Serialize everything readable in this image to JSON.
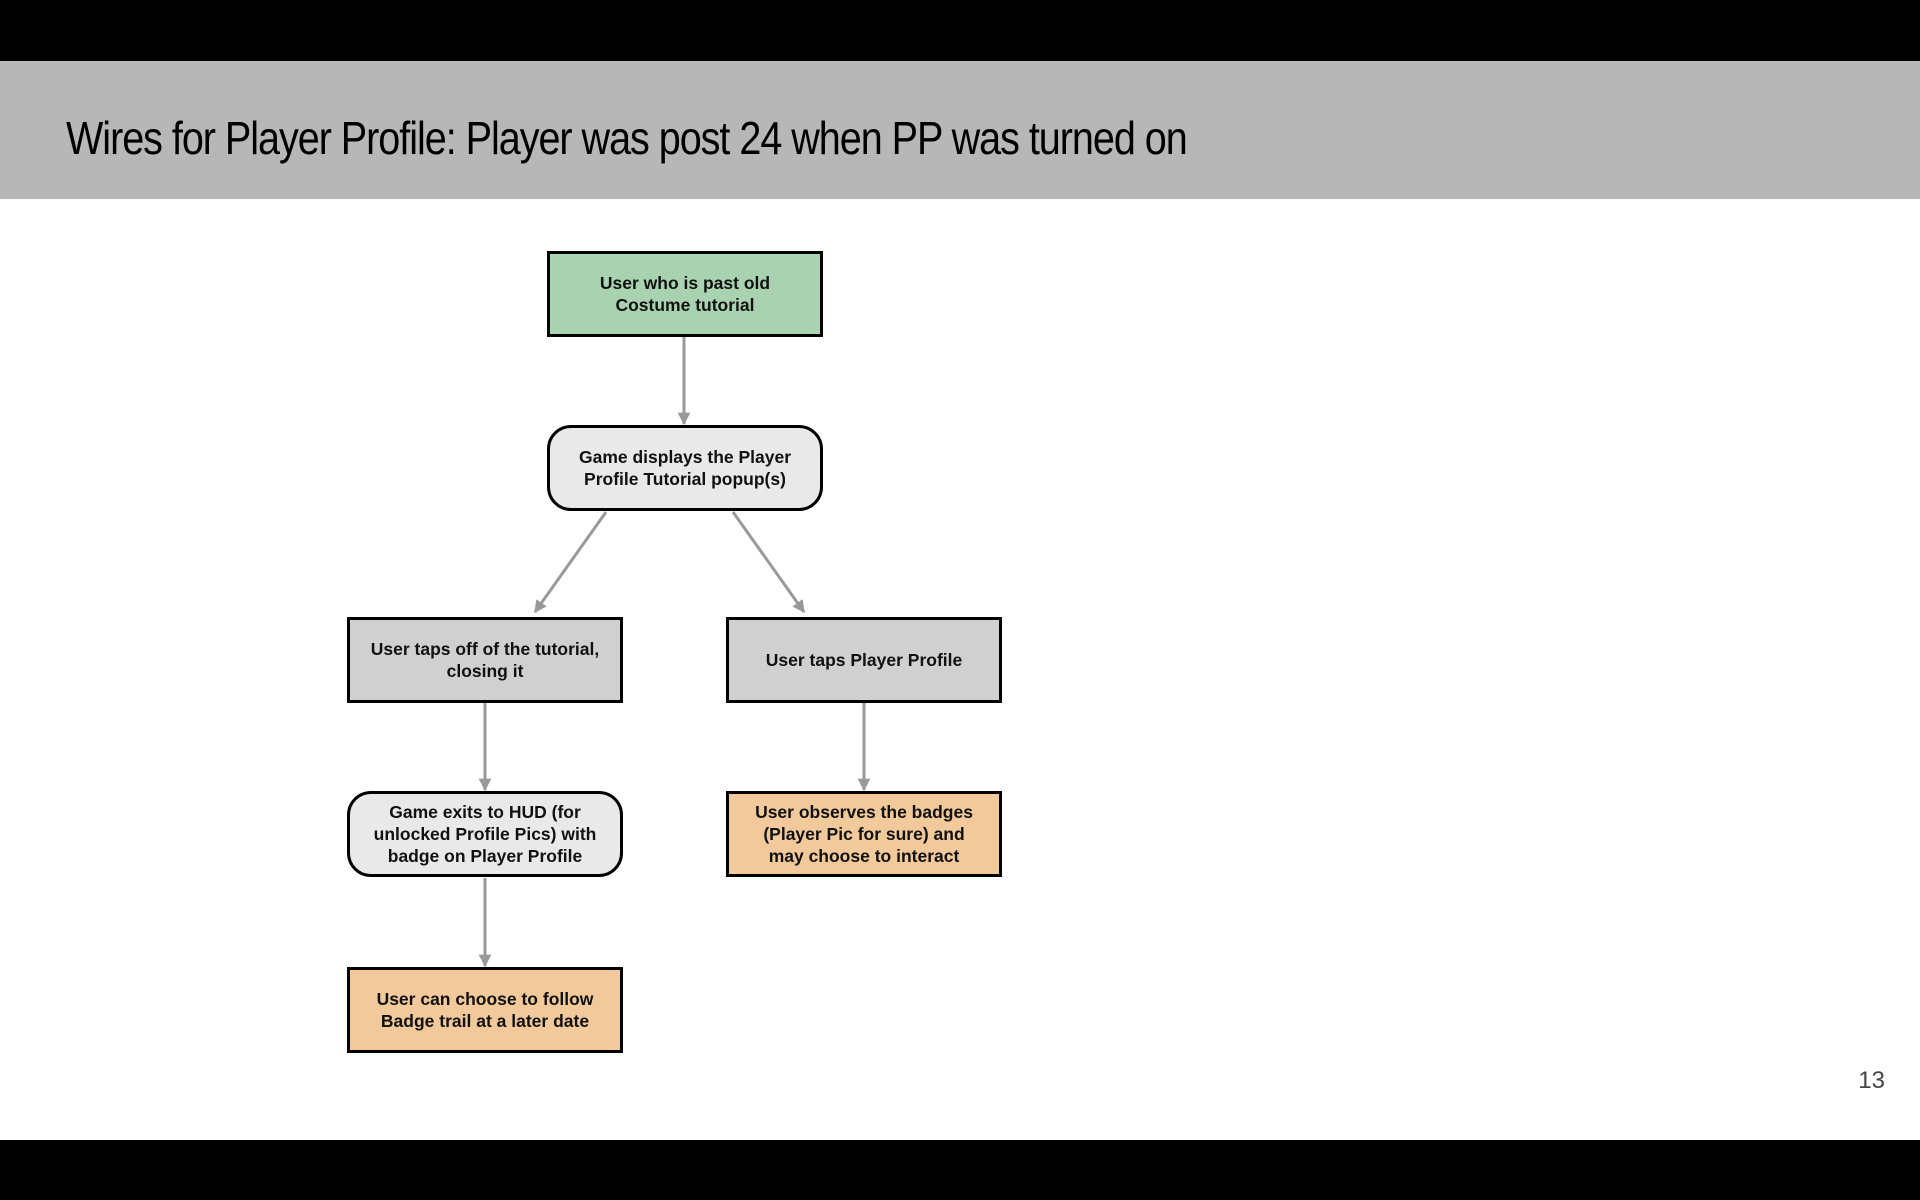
{
  "slide": {
    "title": "Wires for Player Profile: Player was post 24 when PP was turned on",
    "page_number": "13"
  },
  "colors": {
    "header_band": "#b7b7b7",
    "start_node": "#a9d3b0",
    "decision_node": "#e9e9e9",
    "action_node": "#d0d0d0",
    "outcome_node": "#f1c99b",
    "arrow": "#999999"
  },
  "flowchart": {
    "nodes": [
      {
        "id": "start",
        "label": "User who is past old Costume tutorial",
        "shape": "rectangle",
        "fill": "start_node"
      },
      {
        "id": "tutorial-popup",
        "label": "Game displays the Player Profile Tutorial popup(s)",
        "shape": "rounded",
        "fill": "decision_node"
      },
      {
        "id": "tap-off",
        "label": "User taps off of the tutorial, closing it",
        "shape": "rectangle",
        "fill": "action_node"
      },
      {
        "id": "tap-profile",
        "label": "User taps Player Profile",
        "shape": "rectangle",
        "fill": "action_node"
      },
      {
        "id": "exit-hud",
        "label": "Game exits to HUD (for unlocked Profile Pics) with badge on Player Profile",
        "shape": "rounded",
        "fill": "decision_node"
      },
      {
        "id": "observe-badges",
        "label": "User observes the badges (Player Pic for sure) and may choose to interact",
        "shape": "rectangle",
        "fill": "outcome_node"
      },
      {
        "id": "follow-badge",
        "label": "User can choose to follow Badge trail at a later date",
        "shape": "rectangle",
        "fill": "outcome_node"
      }
    ],
    "edges": [
      {
        "from": "start",
        "to": "tutorial-popup"
      },
      {
        "from": "tutorial-popup",
        "to": "tap-off"
      },
      {
        "from": "tutorial-popup",
        "to": "tap-profile"
      },
      {
        "from": "tap-off",
        "to": "exit-hud"
      },
      {
        "from": "tap-profile",
        "to": "observe-badges"
      },
      {
        "from": "exit-hud",
        "to": "follow-badge"
      }
    ]
  }
}
